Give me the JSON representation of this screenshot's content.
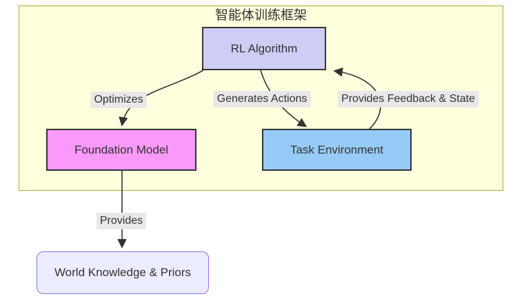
{
  "diagram": {
    "type": "flowchart",
    "cluster": {
      "title": "智能体训练框架",
      "bg_color": "#ffffde",
      "border_color": "#aaaa33"
    },
    "nodes": {
      "rl_algorithm": {
        "label": "RL Algorithm",
        "fill": "#cdcdf5",
        "border": "#333333",
        "shape": "rect"
      },
      "foundation_model": {
        "label": "Foundation Model",
        "fill": "#fb99fa",
        "border": "#333333",
        "shape": "rect"
      },
      "task_environment": {
        "label": "Task Environment",
        "fill": "#97cbf7",
        "border": "#333333",
        "shape": "rect"
      },
      "world_knowledge": {
        "label": "World Knowledge & Priors",
        "fill": "#ececff",
        "border": "#9370db",
        "shape": "rounded-rect"
      }
    },
    "edges": {
      "optimizes": {
        "label": "Optimizes",
        "from": "RL Algorithm",
        "to": "Foundation Model"
      },
      "generates_actions": {
        "label": "Generates Actions",
        "from": "RL Algorithm",
        "to": "Task Environment"
      },
      "provides_feedback": {
        "label": "Provides Feedback & State",
        "from": "Task Environment",
        "to": "RL Algorithm"
      },
      "provides": {
        "label": "Provides",
        "from": "Foundation Model",
        "to": "World Knowledge & Priors"
      }
    },
    "colors": {
      "edge_stroke": "#333333",
      "edge_label_bg": "#e8e8e8",
      "text": "#333333",
      "page_bg": "#ffffff"
    }
  }
}
